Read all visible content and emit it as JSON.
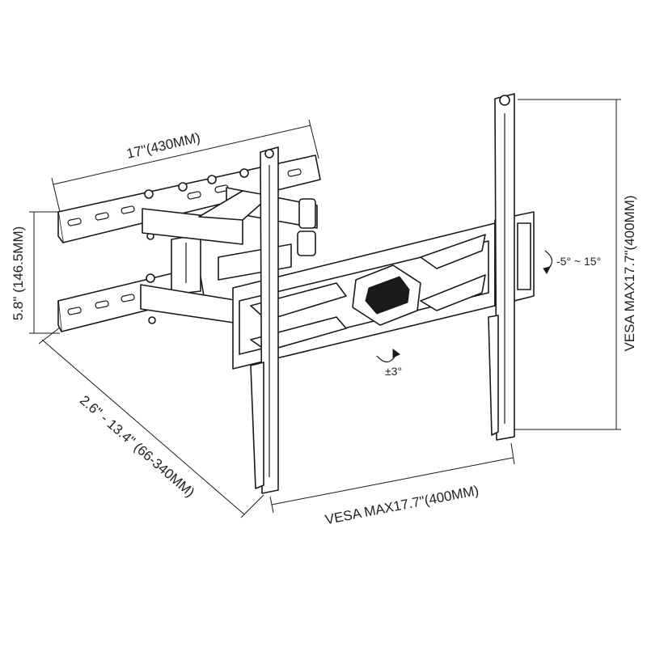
{
  "labels": {
    "wall_plate_width": "17\"(430MM)",
    "wall_plate_height": "5.8\" (146.5MM)",
    "extension": "2.6\" - 13.4\" (66-340MM)",
    "vesa_horizontal": "VESA MAX17.7\"(400MM)",
    "vesa_vertical": "VESA MAX17.7\"(400MM)",
    "tilt": "-5° ~ 15°",
    "rotation": "±3°"
  },
  "colors": {
    "line": "#1a1a1a",
    "text": "#222222",
    "background": "#ffffff"
  }
}
